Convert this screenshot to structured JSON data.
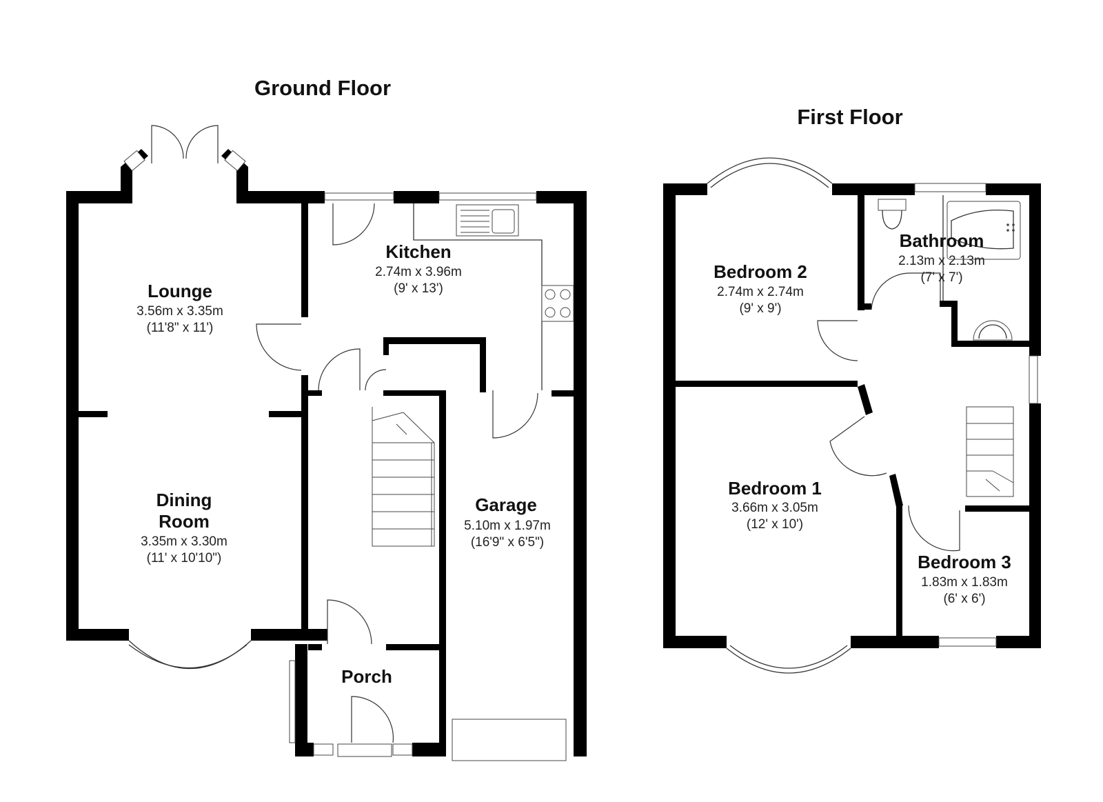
{
  "ground_floor": {
    "title": "Ground Floor",
    "lounge": {
      "name": "Lounge",
      "metric": "3.56m x 3.35m",
      "imperial": "(11'8\" x 11')"
    },
    "dining": {
      "name1": "Dining",
      "name2": "Room",
      "metric": "3.35m x 3.30m",
      "imperial": "(11' x 10'10\")"
    },
    "kitchen": {
      "name": "Kitchen",
      "metric": "2.74m x 3.96m",
      "imperial": "(9' x 13')"
    },
    "garage": {
      "name": "Garage",
      "metric": "5.10m x 1.97m",
      "imperial": "(16'9\" x 6'5\")"
    },
    "porch": {
      "name": "Porch"
    }
  },
  "first_floor": {
    "title": "First Floor",
    "bedroom2": {
      "name": "Bedroom 2",
      "metric": "2.74m x 2.74m",
      "imperial": "(9' x 9')"
    },
    "bathroom": {
      "name": "Bathroom",
      "metric": "2.13m x 2.13m",
      "imperial": "(7' x 7')"
    },
    "bedroom1": {
      "name": "Bedroom 1",
      "metric": "3.66m x 3.05m",
      "imperial": "(12' x 10')"
    },
    "bedroom3": {
      "name": "Bedroom 3",
      "metric": "1.83m x 1.83m",
      "imperial": "(6' x 6')"
    }
  },
  "colors": {
    "walls": "#000000",
    "background": "#ffffff",
    "lines": "#333333"
  }
}
